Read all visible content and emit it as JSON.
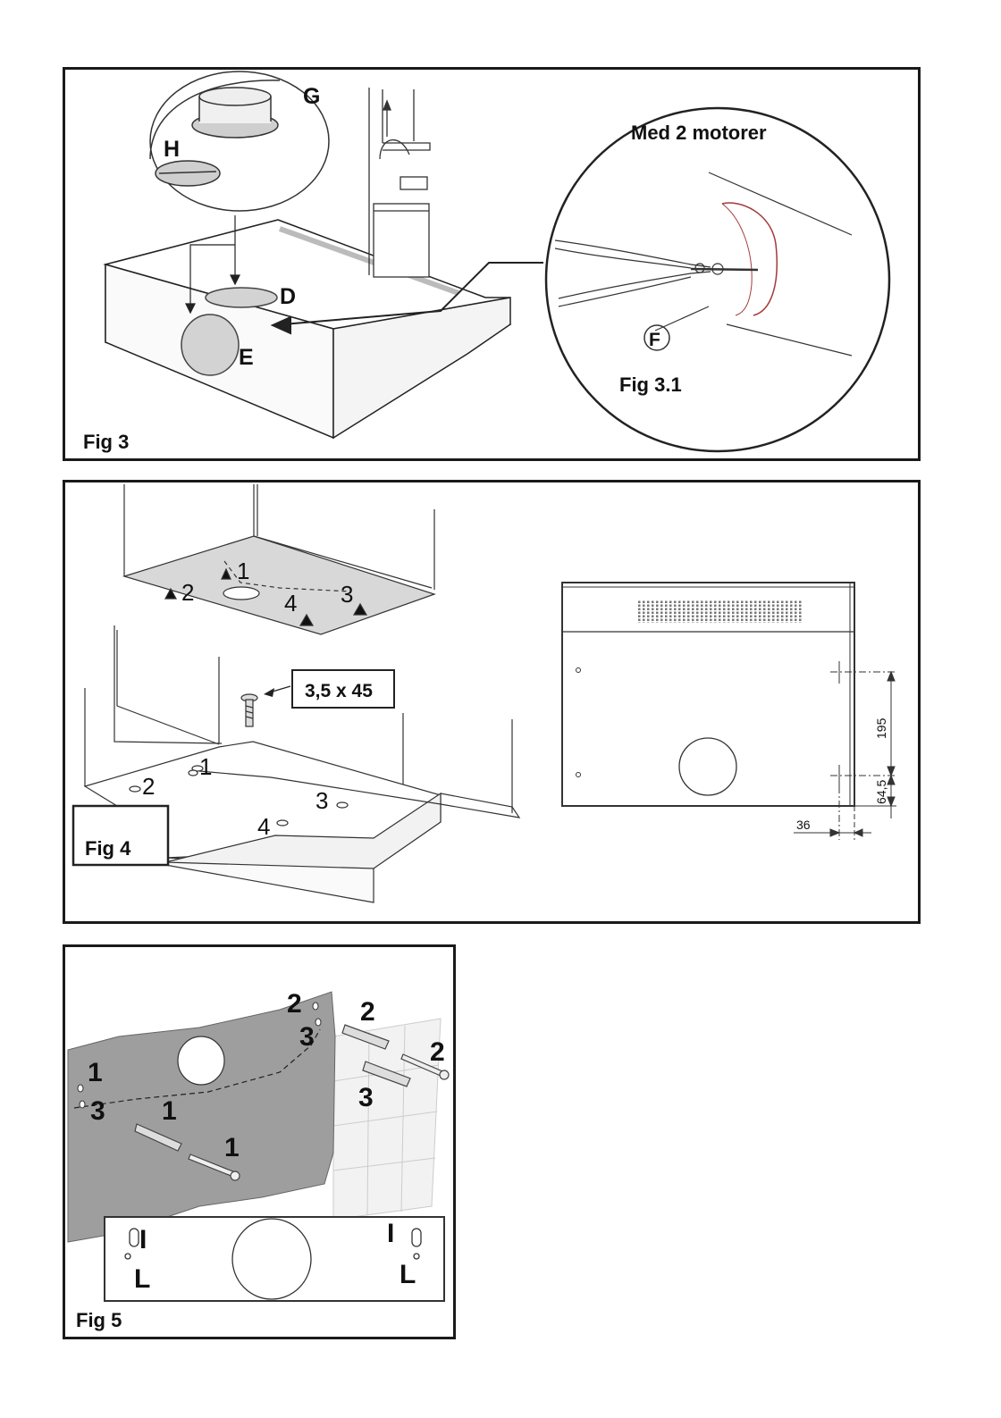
{
  "fig3": {
    "caption": "Fig 3",
    "labels": {
      "g": "G",
      "h": "H",
      "d": "D",
      "e": "E"
    },
    "detail": {
      "title": "Med 2 motorer",
      "label_f": "F",
      "caption": "Fig 3.1"
    }
  },
  "fig4": {
    "caption": "Fig 4",
    "screw_label": "3,5 x 45",
    "hole_numbers": [
      "1",
      "2",
      "3",
      "4"
    ],
    "dimensions": {
      "vertical": "195",
      "lower": "64,5",
      "horizontal": "36"
    }
  },
  "fig5": {
    "caption": "Fig 5",
    "numbers": [
      "1",
      "2",
      "3"
    ],
    "template_letters": {
      "i": "I",
      "l": "L"
    }
  },
  "colors": {
    "border": "#1a1a1a",
    "shade": "#d3d3d3",
    "wall": "#9e9e9e",
    "detail_red": "#a33a3a"
  }
}
